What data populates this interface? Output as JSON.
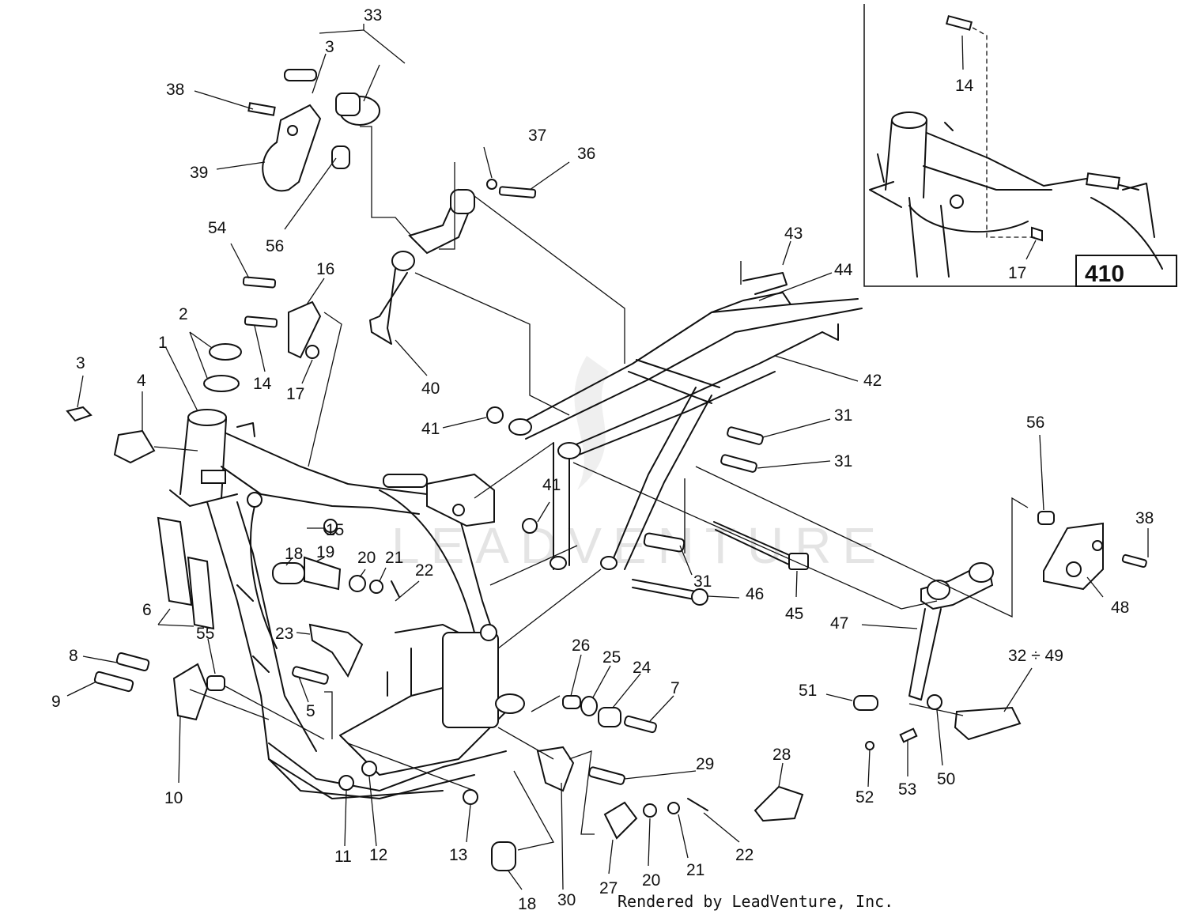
{
  "watermark": "LEADVENTURE",
  "inset": {
    "model_label": "410"
  },
  "footer": {
    "credit": "Rendered by LeadVenture, Inc."
  },
  "callouts": {
    "c33": "33",
    "c3_top": "3",
    "c38_left": "38",
    "c39": "39",
    "c56_top": "56",
    "c37": "37",
    "c36": "36",
    "c54": "54",
    "c16": "16",
    "c2": "2",
    "c1": "1",
    "c3_left": "3",
    "c4": "4",
    "c14_main": "14",
    "c17_main": "17",
    "c40": "40",
    "c43": "43",
    "c44": "44",
    "c42": "42",
    "c41_top": "41",
    "c31_a": "31",
    "c31_b": "31",
    "c41_mid": "41",
    "c15": "15",
    "c18_mid": "18",
    "c19": "19",
    "c20_mid": "20",
    "c21_mid": "21",
    "c22_mid": "22",
    "c6": "6",
    "c31_c": "31",
    "c46": "46",
    "c45": "45",
    "c56_right": "56",
    "c38_right": "38",
    "c48": "48",
    "c47": "47",
    "c32_49": "32 ÷ 49",
    "c51": "51",
    "c50": "50",
    "c52": "52",
    "c53": "53",
    "c55": "55",
    "c8": "8",
    "c9": "9",
    "c10": "10",
    "c23": "23",
    "c5": "5",
    "c26": "26",
    "c25": "25",
    "c24": "24",
    "c7": "7",
    "c29": "29",
    "c28": "28",
    "c11": "11",
    "c12": "12",
    "c13": "13",
    "c18_bottom": "18",
    "c30": "30",
    "c27": "27",
    "c20_bottom": "20",
    "c21_bottom": "21",
    "c22_bottom": "22",
    "c14_inset": "14",
    "c17_inset": "17"
  }
}
